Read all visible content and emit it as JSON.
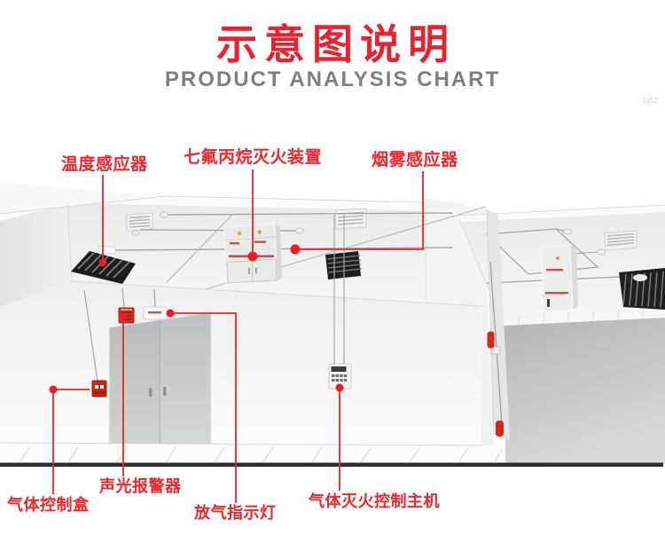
{
  "header": {
    "title": "示意图说明",
    "subtitle": "PRODUCT ANALYSIS CHART",
    "watermark": "1652"
  },
  "colors": {
    "accent_red": "#ee2329",
    "title_red": "#e8222f",
    "subtitle_gray": "#7d7f82",
    "alarm_red": "#d5281c",
    "wall_white": "#f2f4f3",
    "rack_dark": "#1b1d1f"
  },
  "callouts": {
    "temperature_sensor": {
      "label": "温度感应器"
    },
    "hfc227_extinguisher": {
      "label": "七氟丙烷灭火装置"
    },
    "smoke_sensor": {
      "label": "烟雾感应器"
    },
    "gas_control_box": {
      "label": "气体控制盒"
    },
    "sound_light_alarm": {
      "label": "声光报警器"
    },
    "gas_release_indicator": {
      "label": "放气指示灯"
    },
    "gas_suppression_control_host": {
      "label": "气体灭火控制主机"
    }
  }
}
